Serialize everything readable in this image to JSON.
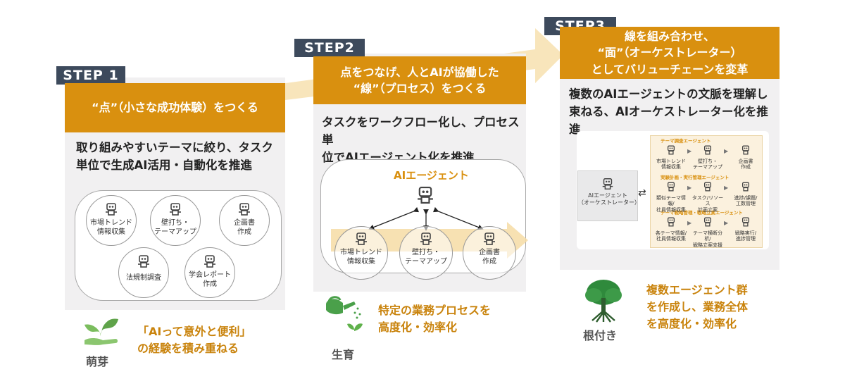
{
  "step1": {
    "badge": "STEP 1",
    "banner": "“点”（小さな成功体験）をつくる",
    "desc": "取り組みやすいテーマに絞り、タスク\n単位で生成AI活用・自動化を推進",
    "items": [
      "市場トレンド\n情報収集",
      "壁打ち・\nテーマアップ",
      "企画書\n作成",
      "法規制調査",
      "学会レポート\n作成"
    ],
    "stage_text": "「AIって意外と便利」\nの経験を積み重ねる",
    "stage_label": "萌芽"
  },
  "step2": {
    "badge": "STEP2",
    "banner": "点をつなげ、人とAIが協働した\n“線”（プロセス）をつくる",
    "desc": "タスクをワークフロー化し、プロセス単\n位でAIエージェント化を推進",
    "agent_label": "AIエージェント",
    "items": [
      "市場トレンド\n情報収集",
      "壁打ち・\nテーマアップ",
      "企画書\n作成"
    ],
    "stage_text": "特定の業務プロセスを\n高度化・効率化",
    "stage_label": "生育"
  },
  "step3": {
    "badge": "STEP3",
    "banner": "線を組み合わせ、\n“面”（オーケストレーター）\nとしてバリューチェーンを変革",
    "desc": "複数のAIエージェントの文脈を理解し\n束ねる、AIオーケストレーター化を推進",
    "orchestrator": "AIエージェント\n（オーケストレーター）",
    "swap": "⇄",
    "groups": [
      {
        "title": "テーマ調査エージェント",
        "items": [
          "市場トレンド\n情報収集",
          "壁打ち・\nテーマアップ",
          "企画書\n作成"
        ]
      },
      {
        "title": "実験計画・実行管理エージェント",
        "items": [
          "類似テーマ情報/\n社員情報収集",
          "タスク/リソース\n計画立案",
          "進捗/課題/\n工数管理"
        ]
      },
      {
        "title": "テーマ戦略管理・戦略立案エージェント",
        "items": [
          "各テーマ情報/\n社員情報収集",
          "テーマ横断分析/\n戦略立案支援",
          "戦略実行/\n進捗管理"
        ]
      }
    ],
    "stage_text": "複数エージェント群\nを作成し、業務全体\nを高度化・効率化",
    "stage_label": "根付き"
  },
  "colors": {
    "accent": "#d9900f",
    "badge": "#3d4a5c",
    "panel": "#f1f0f1",
    "arrow": "#f3c86a"
  }
}
